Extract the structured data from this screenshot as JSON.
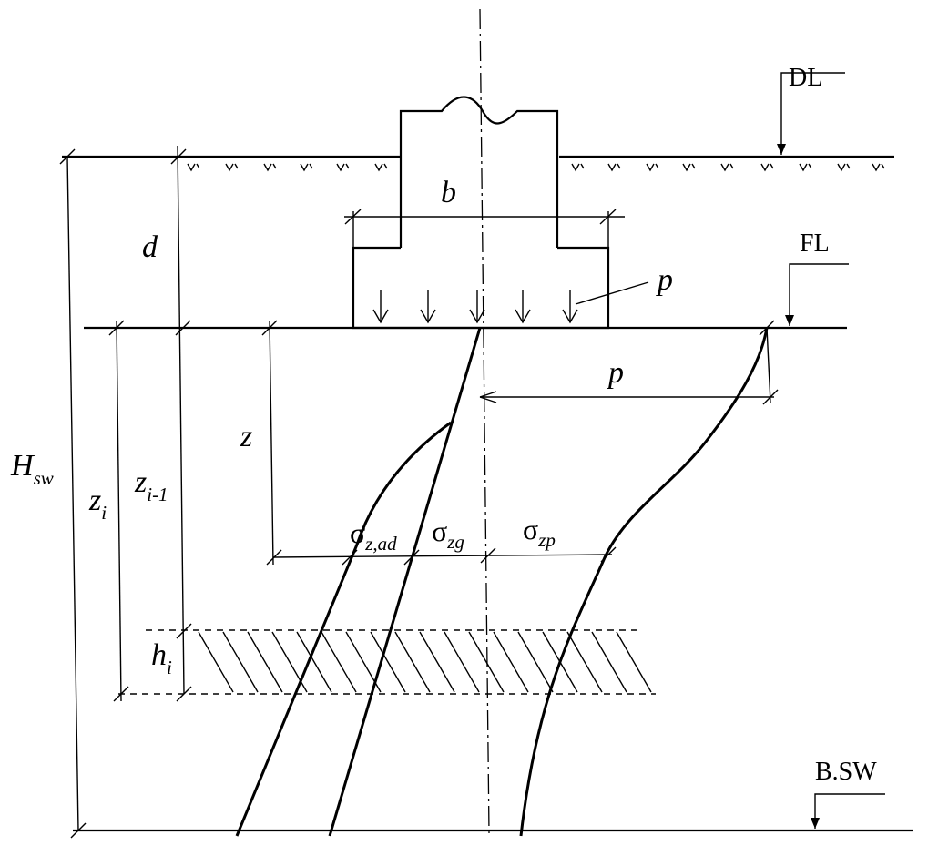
{
  "levels": {
    "dl": "DL",
    "fl": "FL",
    "bsw": "B.SW"
  },
  "dims": {
    "b": "b",
    "d": "d",
    "z": "z",
    "hsw": {
      "main": "H",
      "sub": "sw"
    },
    "zi": {
      "main": "z",
      "sub": "i"
    },
    "zim1": {
      "main": "z",
      "sub": "i-1"
    },
    "hi": {
      "main": "h",
      "sub": "i"
    }
  },
  "loads": {
    "p_foundation": "p",
    "p_diagram": "p"
  },
  "stresses": {
    "sigma_zad": {
      "sym": "σ",
      "sub": "z,ad"
    },
    "sigma_zg": {
      "sym": "σ",
      "sub": "zg"
    },
    "sigma_zp": {
      "sym": "σ",
      "sub": "zp"
    }
  }
}
